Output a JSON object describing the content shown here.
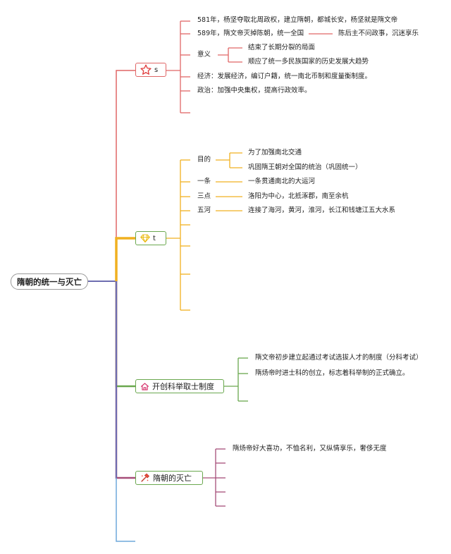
{
  "root": "隋朝的统一与灭亡",
  "branches": [
    {
      "id": "b1",
      "label": "s",
      "icon": "star-icon",
      "color": "#e06666",
      "items": {
        "i1": "581年，杨坚夺取北周政权，建立隋朝，都城长安，杨坚就是隋文帝",
        "i2": "589年，隋文帝灭掉陈朝，统一全国",
        "i2_note": "陈后主不问政事，沉迷享乐",
        "i3": "意义",
        "i3_a": "结束了长期分裂的局面",
        "i3_b": "顺应了统一多民族国家的历史发展大趋势",
        "i4": "经济：发展经济，编订户籍，统一南北币制和度量衡制度。",
        "i5": "政治：加强中央集权，提高行政效率。"
      }
    },
    {
      "id": "b2",
      "label": "t",
      "icon": "gem-icon",
      "color": "#f0b020",
      "items": {
        "mudi": "目的",
        "mudi_a": "为了加强南北交通",
        "mudi_b": "巩固隋王朝对全国的统治（巩固统一）",
        "yitiao": "一条",
        "yitiao_v": "一条贯通南北的大运河",
        "sandian": "三点",
        "sandian_v": "洛阳为中心，北抵涿郡，南至余杭",
        "wuhe": "五河",
        "wuhe_v": "连接了海河，黄河，淮河，长江和钱塘江五大水系"
      }
    },
    {
      "id": "b3",
      "label": "开创科举取士制度",
      "icon": "house-icon",
      "color": "#6aa84f",
      "items": {
        "a": "隋文帝初步建立起通过考试选拔人才的制度（分科考试）",
        "b": "隋炀帝时进士科的创立，标志着科举制的正式确立。"
      }
    },
    {
      "id": "b4",
      "label": "隋朝的灭亡",
      "icon": "hammer-icon",
      "color": "#a64d79",
      "items": {
        "a": "隋炀帝好大喜功，不恤名利，又纵情享乐，奢侈无度"
      }
    }
  ],
  "colors": {
    "trunk": "#6d6db0",
    "tail": "#6fa8dc"
  }
}
